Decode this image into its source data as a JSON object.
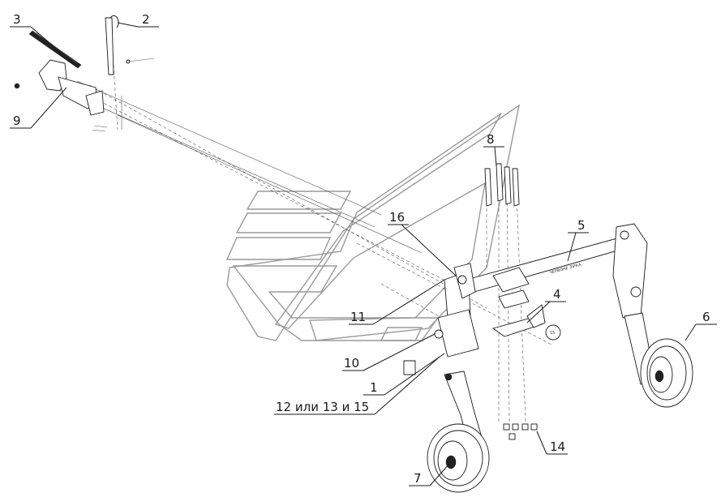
{
  "diagram": {
    "callouts": [
      {
        "id": "1",
        "label": "1"
      },
      {
        "id": "2",
        "label": "2"
      },
      {
        "id": "3",
        "label": "3"
      },
      {
        "id": "4",
        "label": "4"
      },
      {
        "id": "5",
        "label": "5"
      },
      {
        "id": "6",
        "label": "6"
      },
      {
        "id": "7",
        "label": "7"
      },
      {
        "id": "8",
        "label": "8"
      },
      {
        "id": "9",
        "label": "9"
      },
      {
        "id": "10",
        "label": "10"
      },
      {
        "id": "11",
        "label": "11"
      },
      {
        "id": "12",
        "label": "12 или 13 и 15"
      },
      {
        "id": "14",
        "label": "14"
      },
      {
        "id": "16",
        "label": "16"
      }
    ],
    "frame_lettering": "ЧЕРВОНЕ ЗІРКА",
    "washer_mark": "15"
  }
}
